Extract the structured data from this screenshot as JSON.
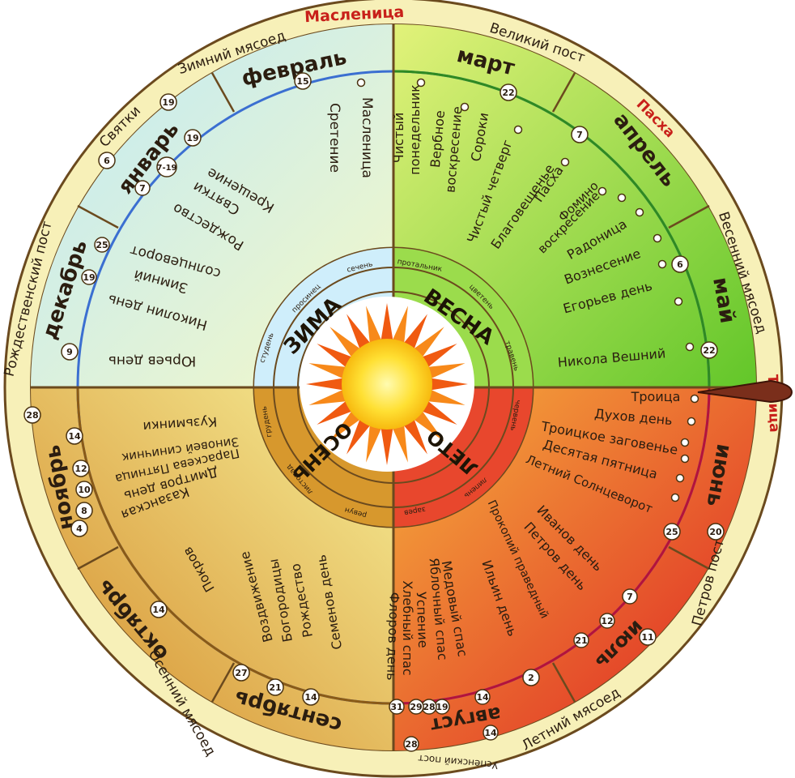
{
  "colors": {
    "winter": "#c4ecf4",
    "spring": "#8cd63c",
    "summer": "#e5482c",
    "autumn": "#d9a43b",
    "rim": "#f7f0b8",
    "sun_core": "#ffd52e",
    "sun_petals": "#f26a12",
    "pointer": "#7a2e1b",
    "accent_red": "#c8201a"
  },
  "seasons": {
    "winter": "ЗИМА",
    "spring": "ВЕСНА",
    "summer": "ЛЕТО",
    "autumn": "ОСЕНЬ"
  },
  "sub_months": {
    "winter": [
      "студень",
      "просинец",
      "сечень"
    ],
    "spring": [
      "протальник",
      "цветень",
      "травень"
    ],
    "summer": [
      "червень",
      "липень",
      "зарев"
    ],
    "autumn": [
      "ревун",
      "листопад",
      "грудень"
    ]
  },
  "months": {
    "jan": "январь",
    "feb": "февраль",
    "mar": "март",
    "apr": "апрель",
    "may": "май",
    "jun": "июнь",
    "jul": "июль",
    "aug": "август",
    "sep": "сентябрь",
    "oct": "октябрь",
    "nov": "ноябрь",
    "dec": "декабрь"
  },
  "rim": {
    "maslenitsa": "Масленица",
    "winter_meat": "Зимний мясоед",
    "svyatki": "Святки",
    "great_lent": "Великий пост",
    "easter": "Пасха",
    "spring_meat": "Весенний мясоед",
    "trinity": "Троица",
    "peters_lent": "Петров пост",
    "summer_meat": "Летний мясоед",
    "dormition_lent": "Успенский пост",
    "autumn_meat": "Осенний мясоед",
    "nativity_lent": "Рождественский пост"
  },
  "numbers": {
    "n28_left": "28",
    "n15": "15",
    "n19_top": "19",
    "n6_top": "6",
    "n7_jan": "7",
    "n7_19": "7-19",
    "n19_jan": "19",
    "n25_dec": "25",
    "n19_dec": "19",
    "n9_dec": "9",
    "n22_mar": "22",
    "n7_apr": "7",
    "n6_may": "6",
    "n22_may": "22",
    "n25_jun": "25",
    "n20_rim": "20",
    "n7_jul": "7",
    "n12_jul": "12",
    "n21_jul": "21",
    "n11_rim": "11",
    "n2_aug": "2",
    "n14_aug": "14",
    "n19_aug": "19",
    "n28_aug": "28",
    "n29_aug": "29",
    "n31_aug": "31",
    "n14_rim": "14",
    "n28_rim": "28",
    "n14_sep": "14",
    "n21_sep": "21",
    "n27_sep": "27",
    "n14_oct": "14",
    "n4_nov": "4",
    "n8_nov": "8",
    "n10_nov": "10",
    "n12_nov": "12",
    "n14_nov": "14"
  },
  "holidays": {
    "sretenie": "Сретение",
    "maslenitsa": "Масленица",
    "kreshchenie": "Крещение",
    "svyatki": "Святки",
    "rozhdestvo": "Рождество",
    "zimnee_solntsevorot_1": "Зимний",
    "zimnee_solntsevorot_2": "солнцеворот",
    "nikolin_den": "Николин день",
    "yuryev_den": "Юрьев день",
    "chisty_ponedelnik_1": "Чистый",
    "chisty_ponedelnik_2": "понедельник",
    "verbnoe_1": "Вербное",
    "verbnoe_2": "воскресение",
    "soroki": "Сороки",
    "chisty_chetverg": "Чистый четверг",
    "blagoveshchenie": "Благовещенье",
    "pascha": "Пасха",
    "fomino_1": "Фомино",
    "fomino_2": "воскресение",
    "radonitsa": "Радоница",
    "voznesenie": "Вознесение",
    "egoryev_den": "Егорьев день",
    "nikola_veshny": "Никола Вешний",
    "troitsa": "Троица",
    "dukhov_den": "Духов день",
    "troitskoe_zagovene": "Троицкое заговенье",
    "desyataya_pyatnitsa": "Десятая пятница",
    "letny_solntsevorot": "Летний Солнцеворот",
    "ivanov_den": "Иванов день",
    "petrov_den": "Петров день",
    "prokopy": "Прокопий праведный",
    "ilyin_den": "Ильин день",
    "medovy_spas": "Медовый спас",
    "yablochny_spas": "Яблочный спас",
    "uspenie": "Успение",
    "khlebny_spas": "Хлебный спас",
    "florov_den": "Флоров день",
    "semenov_den": "Семенов день",
    "rozhdestvo_bogoroditsy_1": "Рождество",
    "rozhdestvo_bogoroditsy_2": "Богородицы",
    "vozdvizhenie": "Воздвижение",
    "pokrov": "Покров",
    "kazanskaya_1": "Казанская",
    "kazanskaya_2": "Дмитров день",
    "paraskeva": "Параскева Пятница",
    "zinovy": "Зиновей синичник",
    "kuzminki": "Кузьминки"
  }
}
